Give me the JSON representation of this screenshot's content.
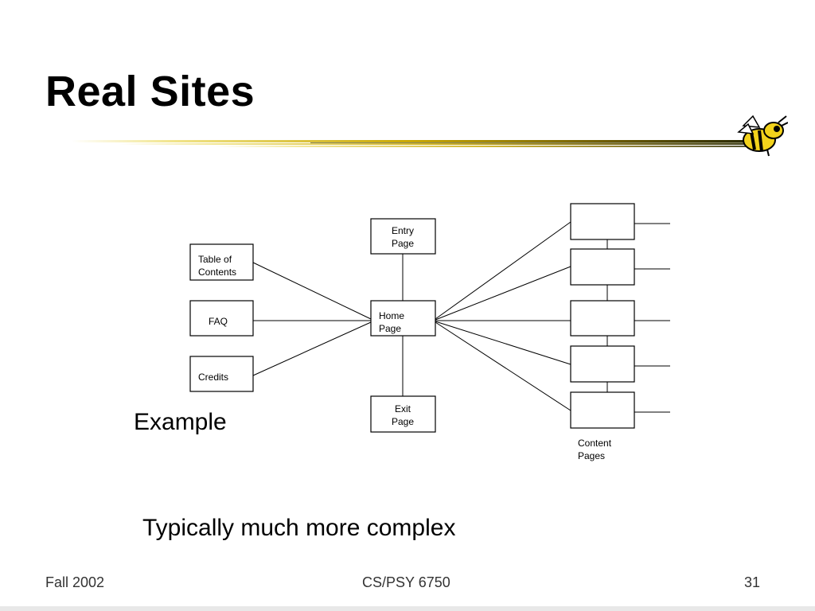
{
  "slide": {
    "title": "Real Sites",
    "example_label": "Example",
    "caption": "Typically much more complex"
  },
  "diagram": {
    "nodes": {
      "entry": [
        "Entry",
        "Page"
      ],
      "home": [
        "Home",
        "Page"
      ],
      "exit": [
        "Exit",
        "Page"
      ],
      "toc": [
        "Table of",
        "Contents"
      ],
      "faq": [
        "FAQ"
      ],
      "credits": [
        "Credits"
      ],
      "content_label": [
        "Content",
        "Pages"
      ]
    }
  },
  "footer": {
    "left": "Fall 2002",
    "center": "CS/PSY 6750",
    "right": "31"
  },
  "colors": {
    "rule_gold": "#c9a800",
    "rule_light": "#f1e48a",
    "rule_dark": "#3a3a00"
  },
  "icons": {
    "mascot": "yellow-jacket-bee-icon"
  }
}
